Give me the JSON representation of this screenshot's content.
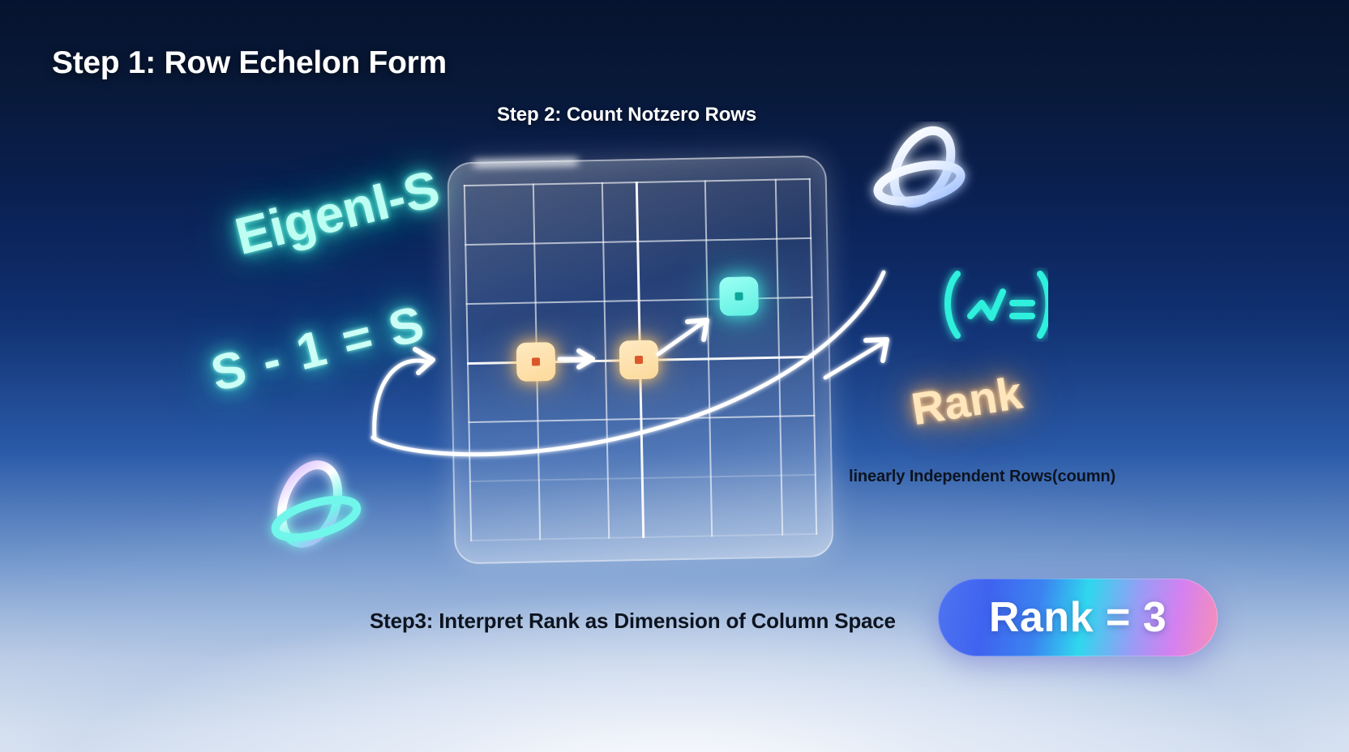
{
  "headings": {
    "step1": "Step 1: Row Echelon Form",
    "step2": "Step 2: Count Notzero Rows",
    "step3": "Step3: Interpret Rank as Dimension of Column Space",
    "linear_note": "linearly Independent Rows(coumn)"
  },
  "neon_labels": {
    "eigen": "EigenI-S",
    "identity": "S - 1 = S",
    "rank": "Rank"
  },
  "badge": {
    "label": "Rank = 3",
    "value": 3
  },
  "icons": {
    "orbit_top_right": "orbit-ring-icon",
    "orbit_bottom_left": "orbit-ring-icon",
    "bracket_wave": "bracket-wave-equals-icon"
  },
  "matrix": {
    "rows": 6,
    "cols": 5,
    "pivot_cells": [
      {
        "row": 3,
        "col": 1,
        "color": "#fcd99a",
        "dot": "#d9582a",
        "kind": "amber"
      },
      {
        "row": 3,
        "col": 2,
        "color": "#fcd99a",
        "dot": "#d9582a",
        "kind": "amber"
      },
      {
        "row": 2,
        "col": 4,
        "color": "#5df0e2",
        "dot": "#0fa79a",
        "kind": "cyan"
      }
    ]
  },
  "colors": {
    "background_top": "#06132f",
    "background_mid": "#2a5aa8",
    "background_bottom": "#eef2f8",
    "accent_cyan": "#3ae7d2",
    "accent_amber": "#fcd99a",
    "pill_gradient_start": "#4f74f0",
    "pill_gradient_mid": "#2fd7ee",
    "pill_gradient_end": "#f98fb6"
  }
}
